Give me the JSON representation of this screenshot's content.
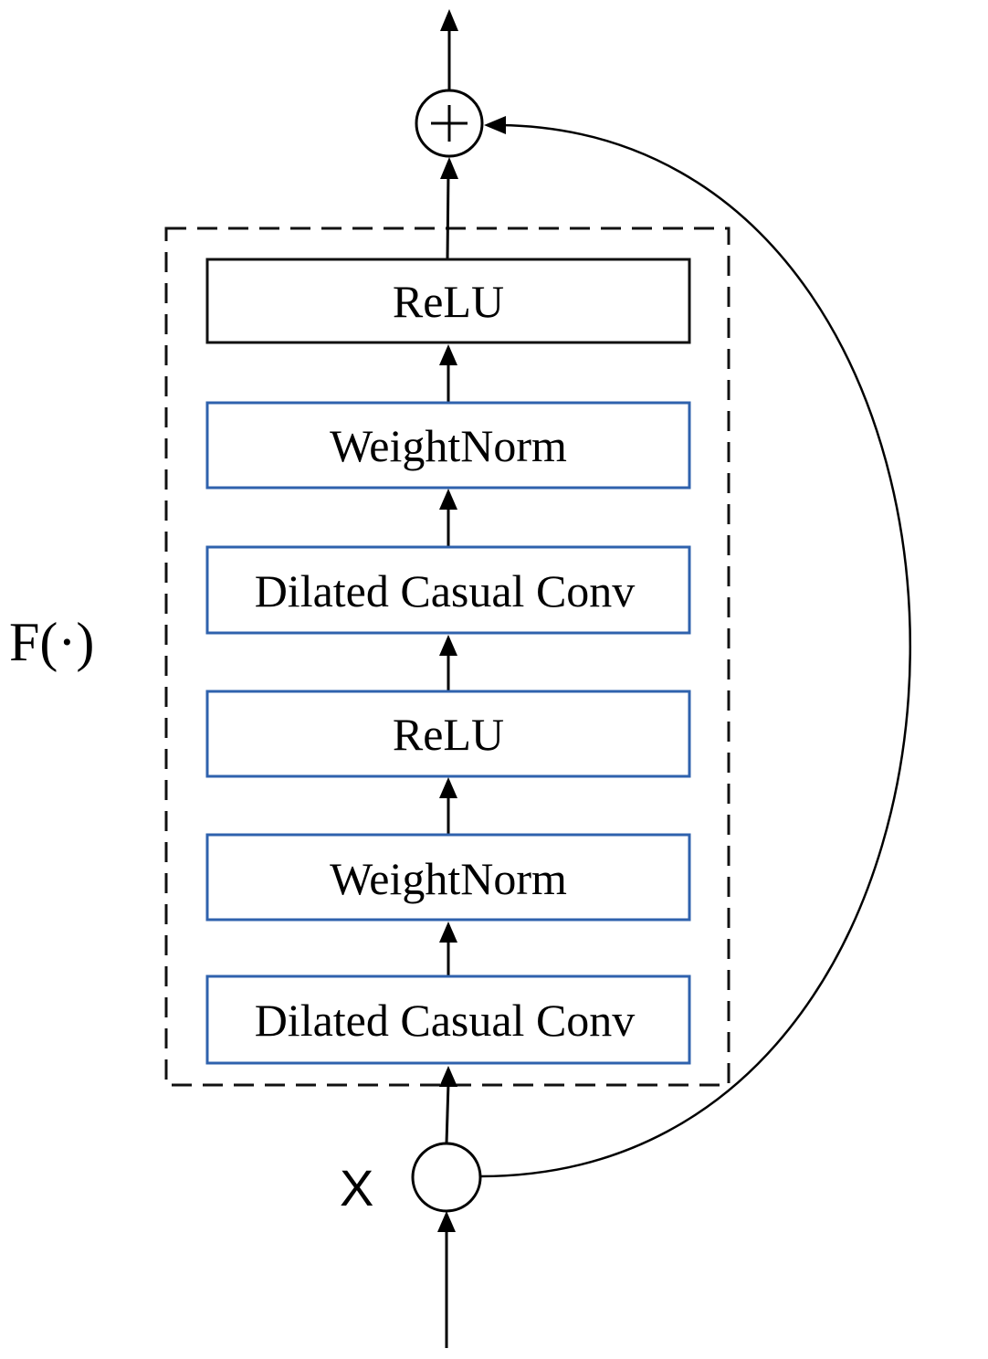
{
  "diagram": {
    "function_label": "F(·)",
    "input_label": "X",
    "layers": [
      {
        "label": "ReLU",
        "border_color": "#111111"
      },
      {
        "label": "WeightNorm",
        "border_color": "#2f62ad"
      },
      {
        "label": "Dilated Casual Conv",
        "border_color": "#2f62ad"
      },
      {
        "label": "ReLU",
        "border_color": "#2f62ad"
      },
      {
        "label": "WeightNorm",
        "border_color": "#2f62ad"
      },
      {
        "label": "Dilated Casual Conv",
        "border_color": "#2f62ad"
      }
    ],
    "colors": {
      "line": "#000000",
      "dashed_border": "#111111"
    }
  }
}
